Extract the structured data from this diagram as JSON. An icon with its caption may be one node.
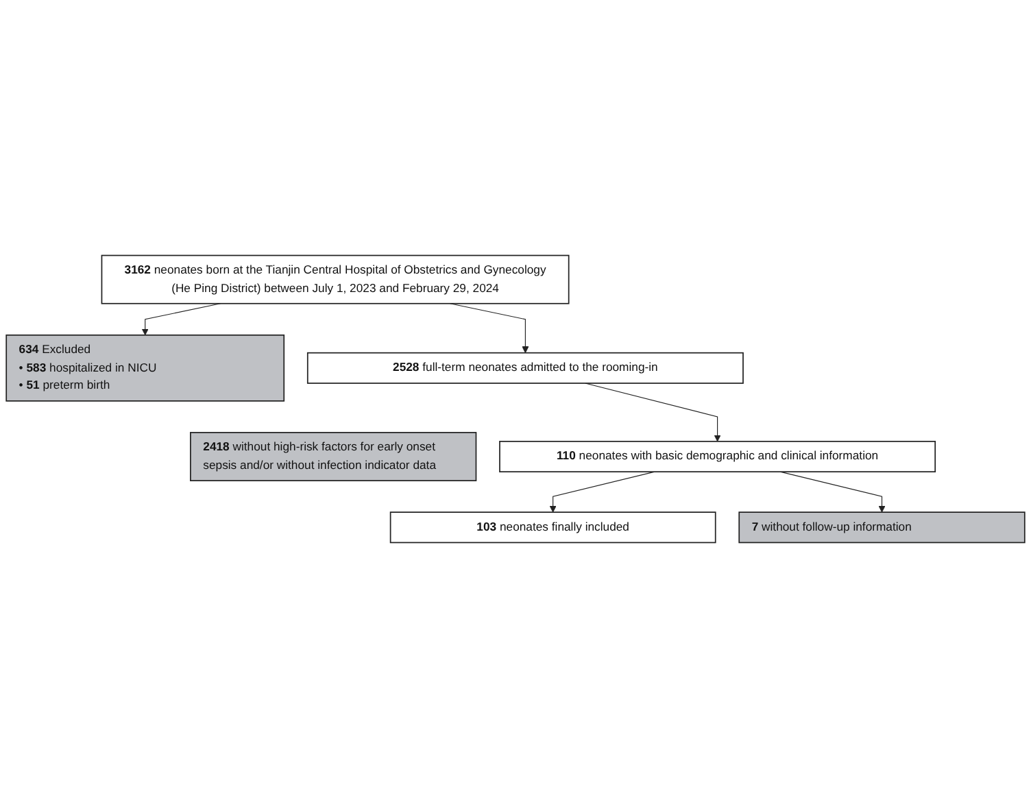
{
  "diagram": {
    "nodes": [
      {
        "text": [
          "**3162** neonates born at the Tianjin Central Hospital of Obstetrics and Gynecology (He Ping District) between July 1, 2023 and February 29, 2024"
        ]
      },
      {
        "text": [
          "**634** Excluded",
          "• **583** hospitalized in NICU",
          "• **51** preterm birth"
        ]
      },
      {
        "text": [
          "**2528** full-term neonates admitted to the rooming-in"
        ]
      },
      {
        "text": [
          "**2418** without high-risk factors for early onset sepsis and/or without infection indicator data"
        ]
      },
      {
        "text": [
          "**110** neonates with basic demographic and clinical information"
        ]
      },
      {
        "text": [
          "**7** without follow-up information"
        ]
      },
      {
        "text": [
          "**103** neonates finally included"
        ]
      }
    ],
    "edges": [
      {
        "from": 0,
        "to": 2,
        "arrow": "to"
      },
      {
        "from": 0,
        "to": 1,
        "arrow": "to"
      },
      {
        "from": 2,
        "to": 4,
        "arrow": "to"
      },
      {
        "from": 4,
        "to": 6,
        "arrow": "to"
      },
      {
        "from": 4,
        "to": 5,
        "arrow": "to"
      }
    ]
  }
}
